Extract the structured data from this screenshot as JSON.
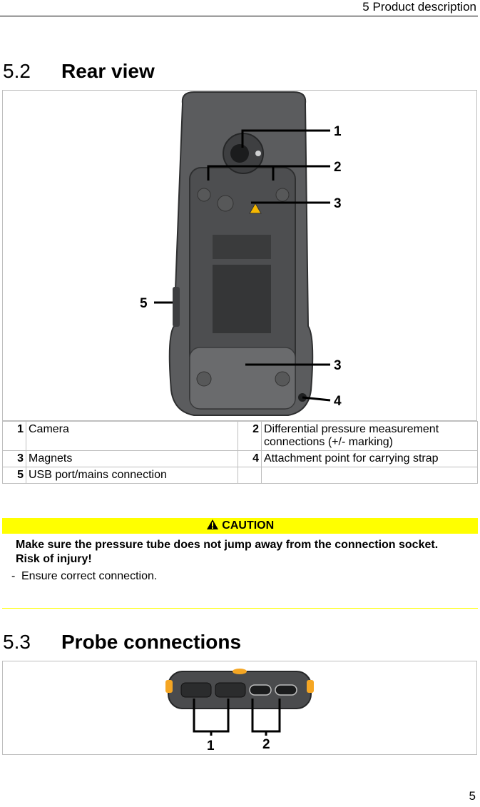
{
  "header": {
    "text": "5 Product description"
  },
  "section1": {
    "number": "5.2",
    "title": "Rear view"
  },
  "figure1": {
    "callouts": [
      "1",
      "2",
      "3",
      "5",
      "3",
      "4"
    ]
  },
  "legend": [
    [
      {
        "num": "1",
        "label": "Camera"
      },
      {
        "num": "2",
        "label": "Differential pressure measurement connections (+/- marking)"
      }
    ],
    [
      {
        "num": "3",
        "label": "Magnets"
      },
      {
        "num": "4",
        "label": "Attachment point for carrying strap"
      }
    ],
    [
      {
        "num": "5",
        "label": "USB port/mains connection"
      },
      {
        "num": "",
        "label": ""
      }
    ]
  ],
  "caution": {
    "label": "CAUTION",
    "text1": "Make sure the pressure tube does not jump away from the connection socket.",
    "text2": "Risk of injury!",
    "step_marker": "-",
    "step": "Ensure correct connection."
  },
  "section2": {
    "number": "5.3",
    "title": "Probe connections"
  },
  "figure2": {
    "callouts": [
      "1",
      "2"
    ]
  },
  "page_number": "5"
}
